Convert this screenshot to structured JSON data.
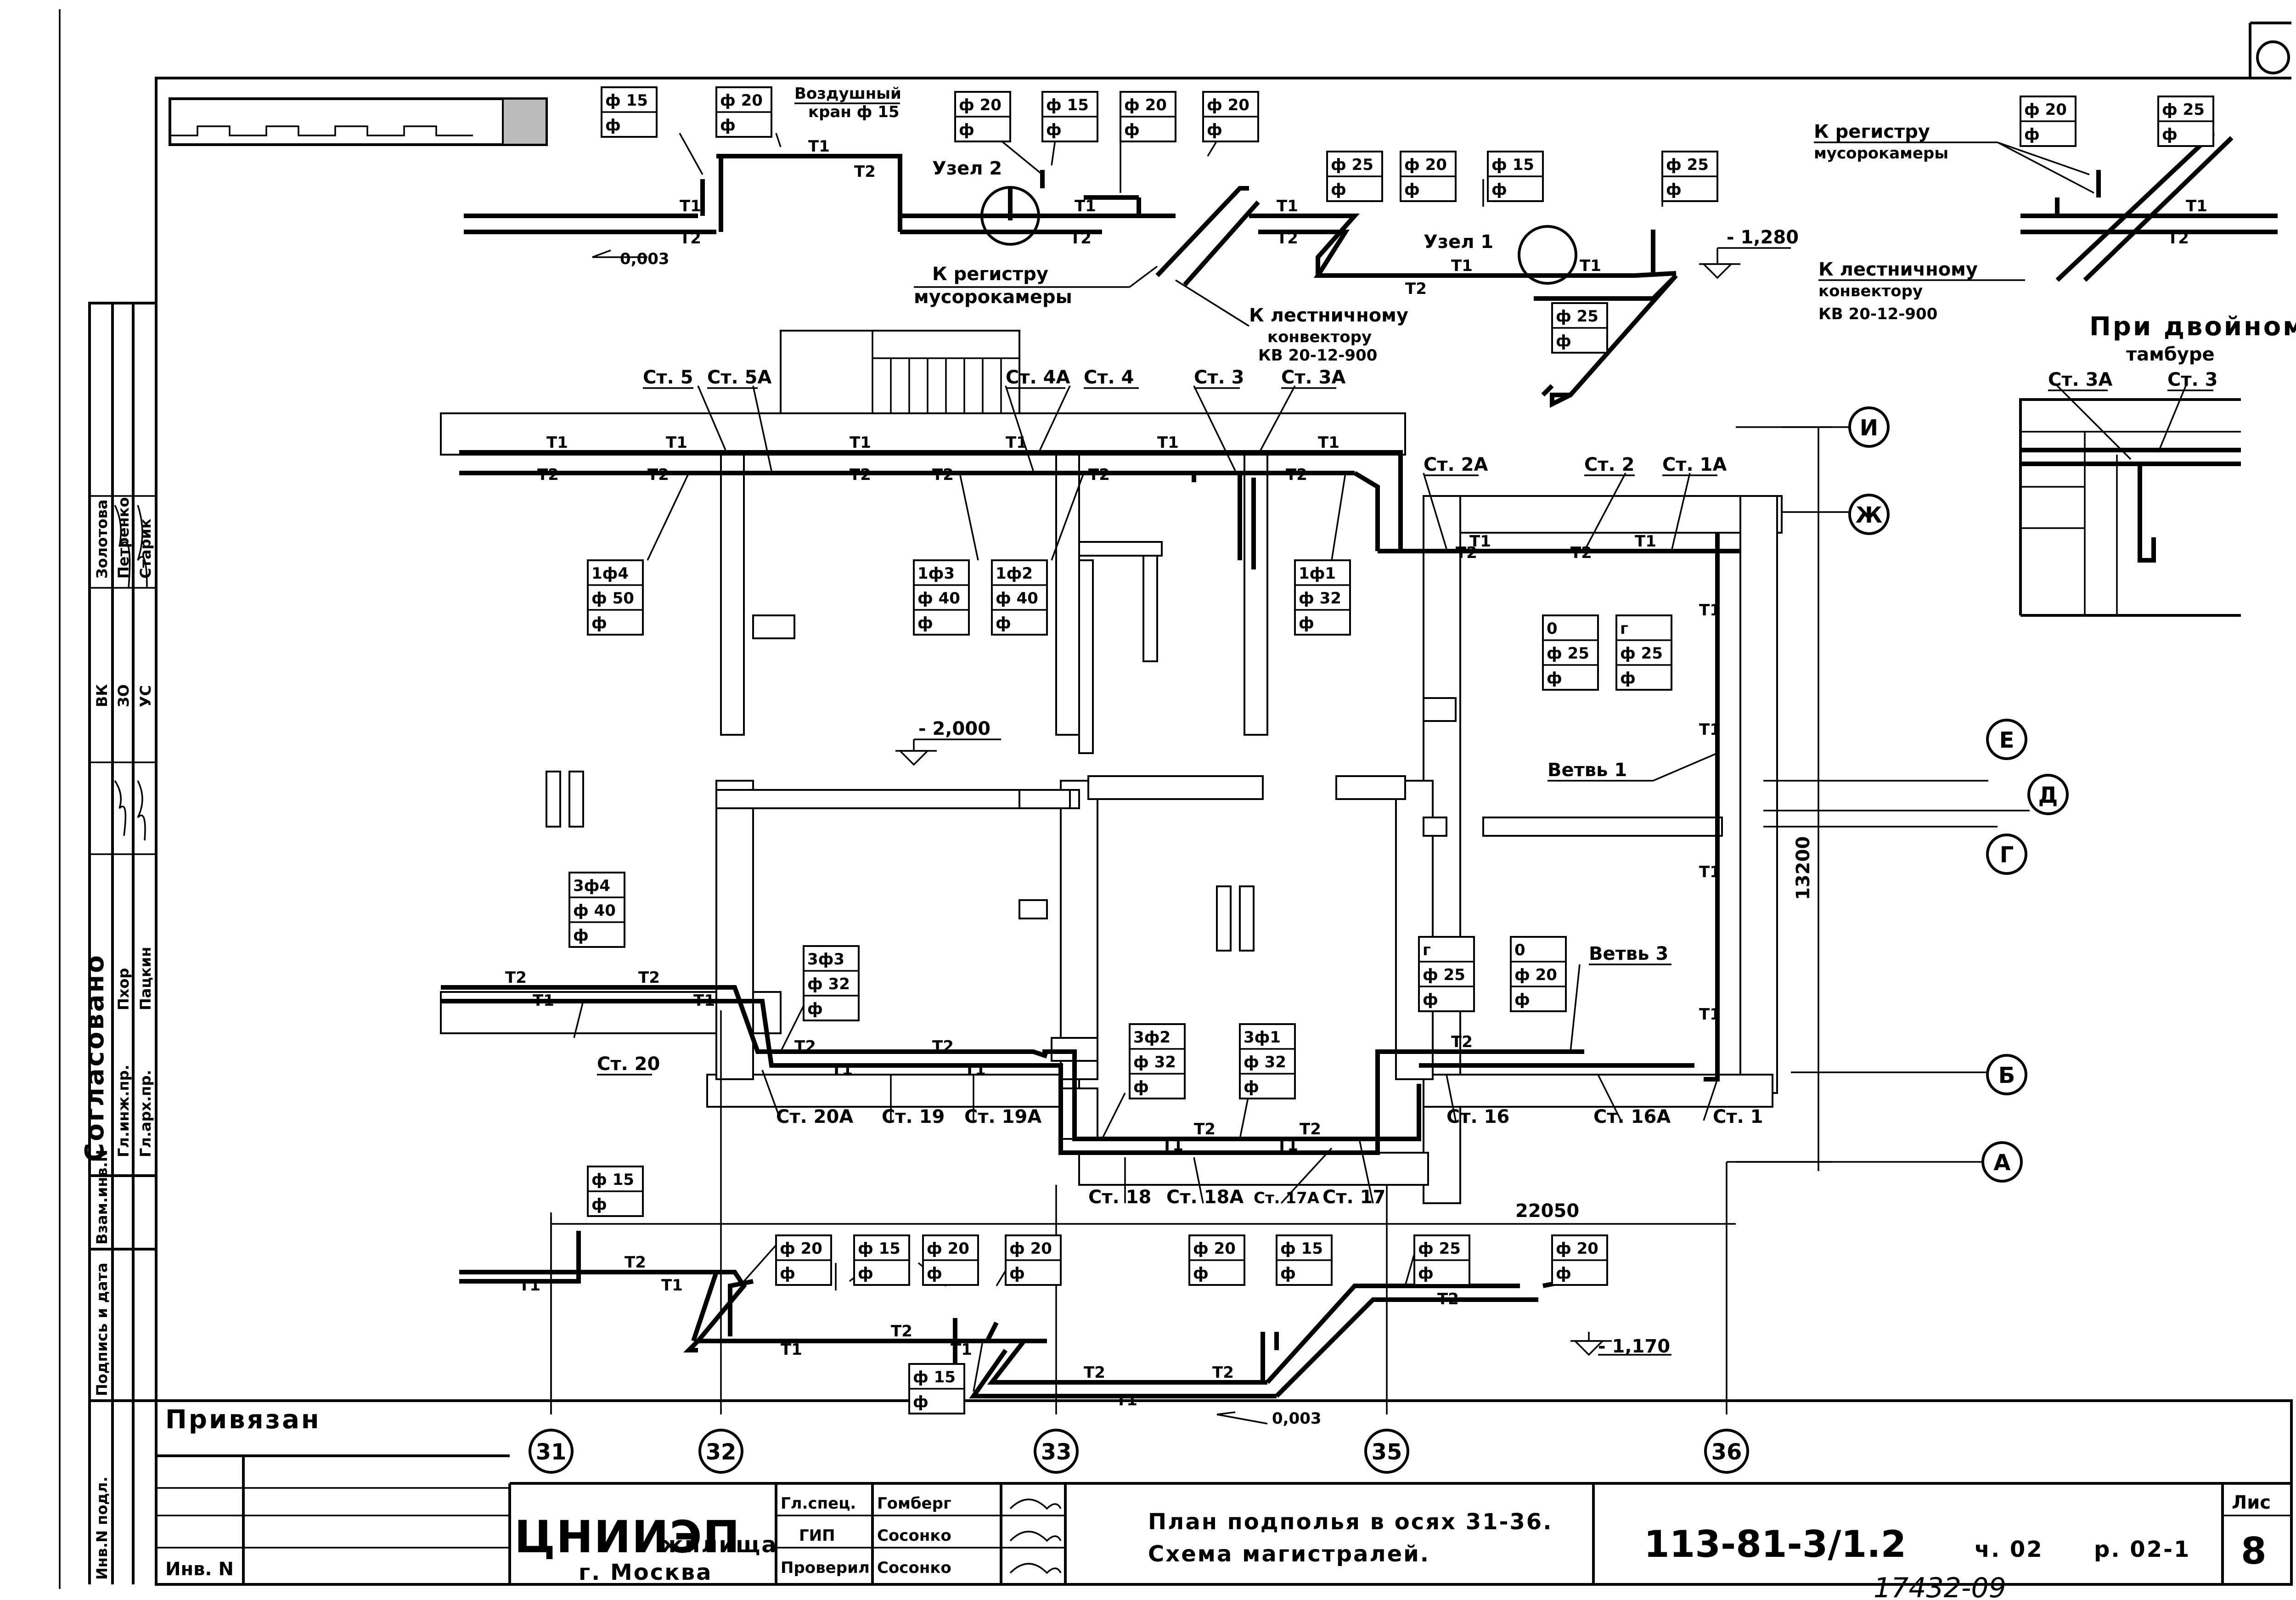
{
  "annotations": {
    "air_valve": [
      "Воздушный",
      "кран ф 15"
    ],
    "node1": "Узел 1",
    "node2": "Узел 2",
    "to_register_1": [
      "К регистру",
      "мусорокамеры"
    ],
    "to_register_2": [
      "К регистру",
      "мусорокамеры"
    ],
    "to_stair_1": [
      "К лестничному",
      "конвектору",
      "КВ 20-12-900"
    ],
    "to_stair_2": [
      "К лестничному",
      "конвектору",
      "КВ 20-12-900"
    ],
    "double_vestibule": [
      "При двойном",
      "тамбуре"
    ],
    "slope1": "0,003",
    "slope2": "0,003",
    "mark1": "- 1,280",
    "mark2": "- 2,000",
    "mark3": "- 1,170",
    "branch1": "Ветвь 1",
    "branch3": "Ветвь 3",
    "dim_h": "22050",
    "dim_v": "13200",
    "bound_to": "Привязан",
    "inv_no": "Инв. N"
  },
  "pipes": {
    "t1": "Т1",
    "t2": "Т2"
  },
  "risers": [
    {
      "id": "st5",
      "label": "Ст. 5"
    },
    {
      "id": "st5a",
      "label": "Ст. 5А"
    },
    {
      "id": "st4a",
      "label": "Ст. 4А"
    },
    {
      "id": "st4",
      "label": "Ст. 4"
    },
    {
      "id": "st3",
      "label": "Ст. 3"
    },
    {
      "id": "st3a",
      "label": "Ст. 3А"
    },
    {
      "id": "st2a",
      "label": "Ст. 2А"
    },
    {
      "id": "st2",
      "label": "Ст. 2"
    },
    {
      "id": "st1a",
      "label": "Ст. 1А"
    },
    {
      "id": "st20",
      "label": "Ст. 20"
    },
    {
      "id": "st20a",
      "label": "Ст. 20А"
    },
    {
      "id": "st19",
      "label": "Ст. 19"
    },
    {
      "id": "st19a",
      "label": "Ст. 19А"
    },
    {
      "id": "st18",
      "label": "Ст. 18"
    },
    {
      "id": "st18a",
      "label": "Ст. 18А"
    },
    {
      "id": "st17a",
      "label": "Ст. 17А"
    },
    {
      "id": "st17",
      "label": "Ст. 17"
    },
    {
      "id": "st16",
      "label": "Ст. 16"
    },
    {
      "id": "st16a",
      "label": "Ст. 16А"
    },
    {
      "id": "st1",
      "label": "Ст. 1"
    },
    {
      "id": "inset3a",
      "label": "Ст. 3А"
    },
    {
      "id": "inset3",
      "label": "Ст. 3"
    }
  ],
  "tags": [
    {
      "id": "t1",
      "rows": [
        "ф 15",
        "ф"
      ]
    },
    {
      "id": "t2",
      "rows": [
        "ф 20",
        "ф"
      ]
    },
    {
      "id": "t3",
      "rows": [
        "ф 20",
        "ф"
      ]
    },
    {
      "id": "t4",
      "rows": [
        "ф 15",
        "ф"
      ]
    },
    {
      "id": "t5",
      "rows": [
        "ф 20",
        "ф"
      ]
    },
    {
      "id": "t6",
      "rows": [
        "ф 20",
        "ф"
      ]
    },
    {
      "id": "t7",
      "rows": [
        "ф 25",
        "ф"
      ]
    },
    {
      "id": "t8",
      "rows": [
        "ф 20",
        "ф"
      ]
    },
    {
      "id": "t9",
      "rows": [
        "ф 15",
        "ф"
      ]
    },
    {
      "id": "t10",
      "rows": [
        "ф 25",
        "ф"
      ]
    },
    {
      "id": "t11",
      "rows": [
        "ф 25",
        "ф"
      ]
    },
    {
      "id": "t12",
      "rows": [
        "ф 20",
        "ф"
      ]
    },
    {
      "id": "t13",
      "rows": [
        "ф 25",
        "ф"
      ]
    },
    {
      "id": "b14",
      "rows": [
        "1ф4",
        "ф 50",
        "ф"
      ]
    },
    {
      "id": "b13",
      "rows": [
        "1ф3",
        "ф 40",
        "ф"
      ]
    },
    {
      "id": "b12",
      "rows": [
        "1ф2",
        "ф 40",
        "ф"
      ]
    },
    {
      "id": "b11",
      "rows": [
        "1ф1",
        "ф 32",
        "ф"
      ]
    },
    {
      "id": "b0a",
      "rows": [
        "0",
        "ф 25",
        "ф"
      ]
    },
    {
      "id": "bga",
      "rows": [
        "г",
        "ф 25",
        "ф"
      ]
    },
    {
      "id": "b34",
      "rows": [
        "3ф4",
        "ф 40",
        "ф"
      ]
    },
    {
      "id": "b33",
      "rows": [
        "3ф3",
        "ф 32",
        "ф"
      ]
    },
    {
      "id": "b32",
      "rows": [
        "3ф2",
        "ф 32",
        "ф"
      ]
    },
    {
      "id": "b31",
      "rows": [
        "3ф1",
        "ф 32",
        "ф"
      ]
    },
    {
      "id": "bgb",
      "rows": [
        "г",
        "ф 25",
        "ф"
      ]
    },
    {
      "id": "b0b",
      "rows": [
        "0",
        "ф 20",
        "ф"
      ]
    },
    {
      "id": "l1",
      "rows": [
        "ф 15",
        "ф"
      ]
    },
    {
      "id": "l2",
      "rows": [
        "ф 20",
        "ф"
      ]
    },
    {
      "id": "l3",
      "rows": [
        "ф 15",
        "ф"
      ]
    },
    {
      "id": "l4",
      "rows": [
        "ф 20",
        "ф"
      ]
    },
    {
      "id": "l5",
      "rows": [
        "ф 20",
        "ф"
      ]
    },
    {
      "id": "l6",
      "rows": [
        "ф 20",
        "ф"
      ]
    },
    {
      "id": "l7",
      "rows": [
        "ф 15",
        "ф"
      ]
    },
    {
      "id": "l8",
      "rows": [
        "ф 25",
        "ф"
      ]
    },
    {
      "id": "l9",
      "rows": [
        "ф 20",
        "ф"
      ]
    },
    {
      "id": "l10",
      "rows": [
        "ф 15",
        "ф"
      ]
    }
  ],
  "axes_rows": [
    "И",
    "Ж",
    "Е",
    "Д",
    "Г",
    "Б",
    "А"
  ],
  "axes_cols": [
    "31",
    "32",
    "33",
    "35",
    "36"
  ],
  "approval": {
    "heading": "Согласовано",
    "rows": [
      [
        "Гл.инж.пр.",
        "Пхор"
      ],
      [
        "Гл.арх.пр.",
        "Пацкин"
      ],
      [
        "ВК",
        "Золотова"
      ],
      [
        "ЗО",
        "Петренко"
      ],
      [
        "УС",
        "Старик"
      ]
    ]
  },
  "side_stamp": [
    "Взам.инв.N",
    "Подпись и дата",
    "Инв.N подл."
  ],
  "title_block": {
    "org_logo": "ЦНИИЭП",
    "org_suffix": "жилища",
    "city": "г. Москва",
    "roles": [
      {
        "role": "Гл.спец.",
        "name": "Гомберг"
      },
      {
        "role": "ГИП",
        "name": "Сосонко"
      },
      {
        "role": "Проверил",
        "name": "Сосонко"
      }
    ],
    "title_line1": "План подполья в осях 31-36.",
    "title_line2": "Схема магистралей.",
    "code": "113-81-3/1.2",
    "part": "ч. 02",
    "section": "р. 02-1",
    "sheet_label": "Лис",
    "sheet_no": "8",
    "archive": "17432-09"
  }
}
